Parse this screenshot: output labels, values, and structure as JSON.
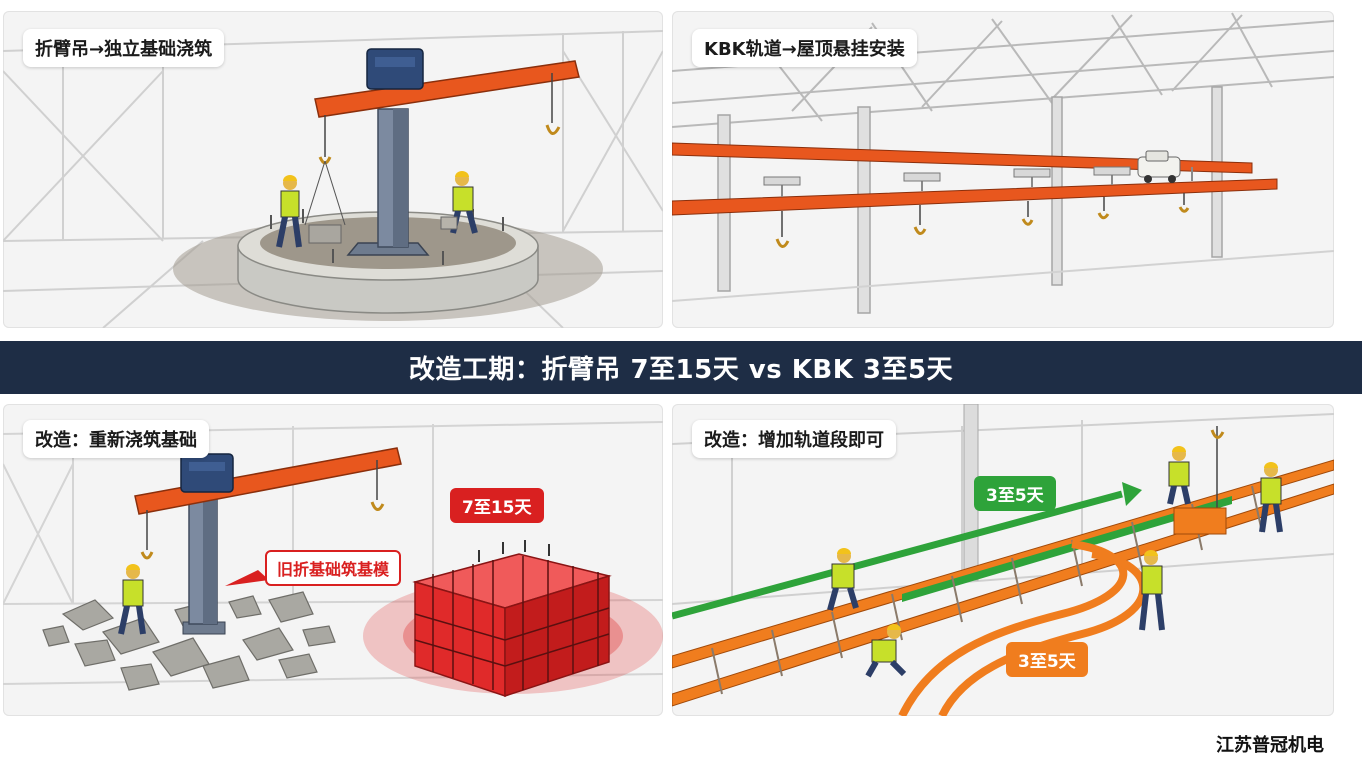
{
  "panels": {
    "top_left": {
      "caption": "折臂吊→独立基础浇筑"
    },
    "top_right": {
      "caption": "KBK轨道→屋顶悬挂安装"
    },
    "bottom_left": {
      "caption": "改造：重新浇筑基础",
      "duration_tag": "7至15天",
      "callout": "旧折基础筑基模"
    },
    "bottom_right": {
      "caption": "改造：增加轨道段即可",
      "tag_green": "3至5天",
      "tag_orange": "3至5天"
    }
  },
  "banner": {
    "text": "改造工期：折臂吊 7至15天 vs KBK 3至5天"
  },
  "brand": "江苏普冠机电",
  "colors": {
    "crane_orange": "#e8571e",
    "banner_navy": "#1e2d45",
    "alert_red": "#d92020",
    "track_green": "#2ea33a",
    "track_orange": "#f07d1e",
    "worker_vest": "#c7e02a"
  }
}
